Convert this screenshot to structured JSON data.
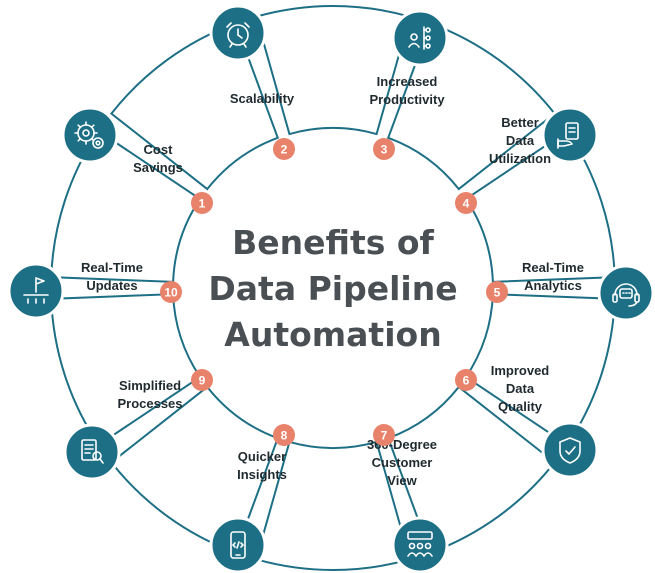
{
  "title_lines": [
    "Benefits of",
    "Data Pipeline",
    "Automation"
  ],
  "colors": {
    "accent": "#1d6f86",
    "badge": "#e8826b",
    "outline": "#1d6f86",
    "title": "#4a4f54",
    "label": "#1f2a2f"
  },
  "benefits": [
    {
      "number": "1",
      "lines": [
        "Cost",
        "Savings"
      ],
      "icon": "gears-icon"
    },
    {
      "number": "2",
      "lines": [
        "Scalability"
      ],
      "icon": "alarm-clock-icon"
    },
    {
      "number": "3",
      "lines": [
        "Increased",
        "Productivity"
      ],
      "icon": "workflow-person-icon"
    },
    {
      "number": "4",
      "lines": [
        "Better",
        "Data",
        "Utilization"
      ],
      "icon": "hand-document-icon"
    },
    {
      "number": "5",
      "lines": [
        "Real-Time",
        "Analytics"
      ],
      "icon": "headset-chat-icon"
    },
    {
      "number": "6",
      "lines": [
        "Improved",
        "Data",
        "Quality"
      ],
      "icon": "shield-check-icon"
    },
    {
      "number": "7",
      "lines": [
        "360-Degree",
        "Customer",
        "View"
      ],
      "icon": "people-group-icon"
    },
    {
      "number": "8",
      "lines": [
        "Quicker",
        "Insights"
      ],
      "icon": "mobile-code-icon"
    },
    {
      "number": "9",
      "lines": [
        "Simplified",
        "Processes"
      ],
      "icon": "document-search-icon"
    },
    {
      "number": "10",
      "lines": [
        "Real-Time",
        "Updates"
      ],
      "icon": "flag-people-icon"
    }
  ]
}
